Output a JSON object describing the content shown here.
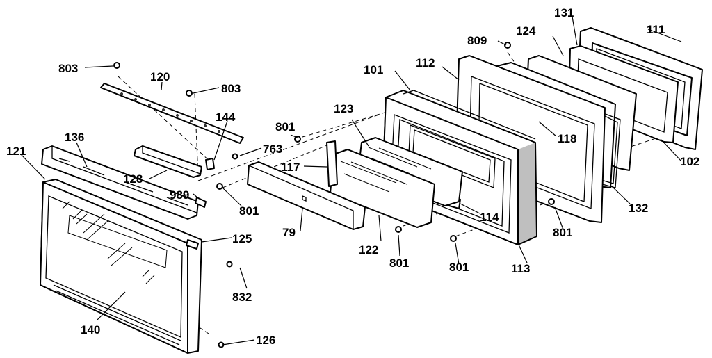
{
  "parts": {
    "p803a": "803",
    "p803b": "803",
    "p120": "120",
    "p144": "144",
    "p136": "136",
    "p121": "121",
    "p128": "128",
    "p763": "763",
    "p989": "989",
    "p801a": "801",
    "p801b": "801",
    "p801c": "801",
    "p801d": "801",
    "p801e": "801",
    "p117": "117",
    "p79": "79",
    "p125": "125",
    "p832": "832",
    "p140": "140",
    "p126": "126",
    "p123": "123",
    "p122": "122",
    "p114": "114",
    "p113": "113",
    "p101": "101",
    "p112": "112",
    "p809": "809",
    "p124": "124",
    "p131": "131",
    "p111": "111",
    "p118": "118",
    "p102": "102",
    "p132": "132"
  }
}
